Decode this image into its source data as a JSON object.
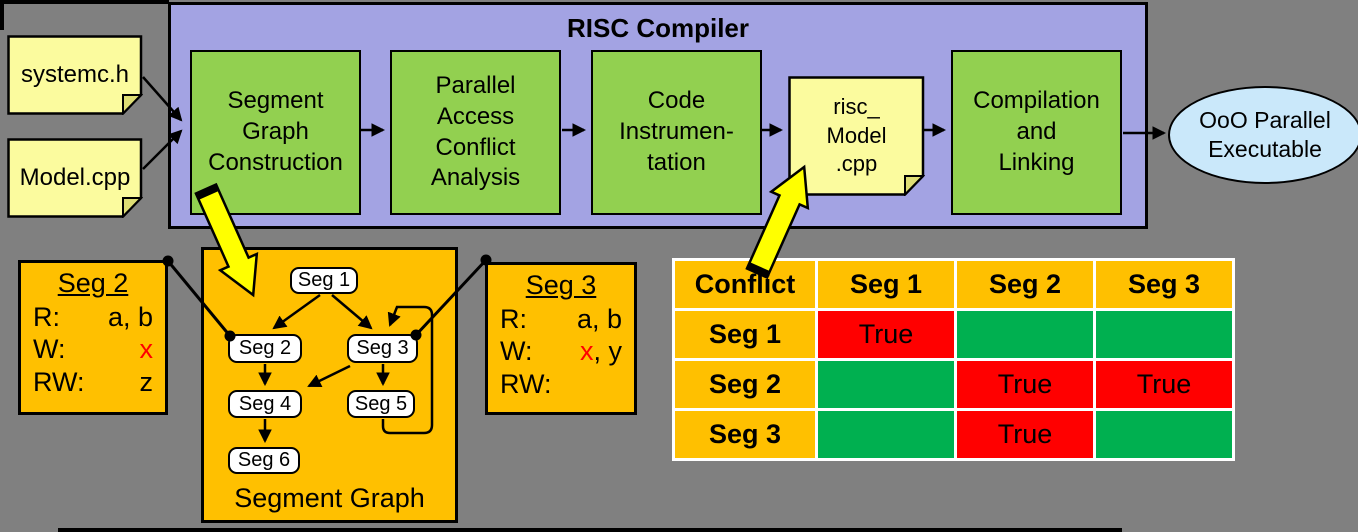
{
  "colors": {
    "background": "#808080",
    "compiler_container": "#A3A3E3",
    "stage_green": "#92D050",
    "note_yellow": "#FBFB9E",
    "orange": "#FFC000",
    "executable_blue": "#CAE8FA",
    "conflict_red": "#FF0000",
    "clear_green": "#00B050",
    "callout_yellow": "#FFFF00"
  },
  "inputs": {
    "file1": "systemc.h",
    "file2": "Model.cpp"
  },
  "compiler": {
    "title": "RISC Compiler",
    "stage1": "Segment\nGraph\nConstruction",
    "stage2": "Parallel\nAccess\nConflict\nAnalysis",
    "stage3": "Code\nInstrumen-\ntation",
    "artifact": "risc_\nModel\n.cpp",
    "stage4": "Compilation\nand\nLinking"
  },
  "output": {
    "label": "OoO Parallel\nExecutable"
  },
  "seg2_box": {
    "title": "Seg 2",
    "r_label": "R:",
    "r_value": "a, b",
    "w_label": "W:",
    "w_red": "x",
    "w_rest": "",
    "rw_label": "RW:",
    "rw_value": "z"
  },
  "seg3_box": {
    "title": "Seg 3",
    "r_label": "R:",
    "r_value": "a, b",
    "w_label": "W:",
    "w_red": "x",
    "w_rest": ", y",
    "rw_label": "RW:",
    "rw_value": ""
  },
  "segment_graph": {
    "caption": "Segment Graph",
    "nodes": [
      "Seg 1",
      "Seg 2",
      "Seg 3",
      "Seg 4",
      "Seg 5",
      "Seg 6"
    ],
    "edges": [
      "Seg 1→Seg 2",
      "Seg 1→Seg 3",
      "Seg 2→Seg 4",
      "Seg 3→Seg 4",
      "Seg 3→Seg 5",
      "Seg 4→Seg 6",
      "Seg 5→Seg 3 (loop)"
    ]
  },
  "conflict_table": {
    "header": [
      "Conflict",
      "Seg 1",
      "Seg 2",
      "Seg 3"
    ],
    "conflict_color": "#FF0000",
    "clear_color": "#00B050",
    "rows": [
      {
        "label": "Seg 1",
        "cells": [
          {
            "text": "True",
            "state": "conflict"
          },
          {
            "text": "",
            "state": "clear"
          },
          {
            "text": "",
            "state": "clear"
          }
        ]
      },
      {
        "label": "Seg 2",
        "cells": [
          {
            "text": "",
            "state": "clear"
          },
          {
            "text": "True",
            "state": "conflict"
          },
          {
            "text": "True",
            "state": "conflict"
          }
        ]
      },
      {
        "label": "Seg 3",
        "cells": [
          {
            "text": "",
            "state": "clear"
          },
          {
            "text": "True",
            "state": "conflict"
          },
          {
            "text": "",
            "state": "clear"
          }
        ]
      }
    ]
  }
}
